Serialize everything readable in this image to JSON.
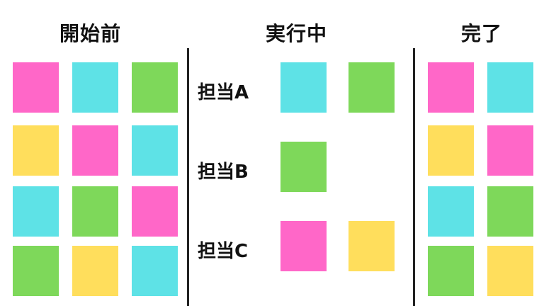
{
  "colors": {
    "pink": "#ff67c8",
    "cyan": "#5ee2e6",
    "green": "#7ed85a",
    "yellow": "#ffde5c",
    "divider": "#222222"
  },
  "columns": {
    "todo": {
      "title": "開始前",
      "notes": [
        [
          "pink",
          "cyan",
          "green"
        ],
        [
          "yellow",
          "pink",
          "cyan"
        ],
        [
          "cyan",
          "green",
          "pink"
        ],
        [
          "green",
          "yellow",
          "cyan"
        ]
      ]
    },
    "doing": {
      "title": "実行中",
      "lanes": [
        {
          "assignee": "担当A",
          "notes": [
            "cyan",
            "green"
          ]
        },
        {
          "assignee": "担当B",
          "notes": [
            "green"
          ]
        },
        {
          "assignee": "担当C",
          "notes": [
            "pink",
            "yellow"
          ]
        }
      ]
    },
    "done": {
      "title": "完了",
      "notes": [
        [
          "pink",
          "cyan"
        ],
        [
          "yellow",
          "pink"
        ],
        [
          "cyan",
          "green"
        ],
        [
          "green",
          "yellow"
        ]
      ]
    }
  }
}
